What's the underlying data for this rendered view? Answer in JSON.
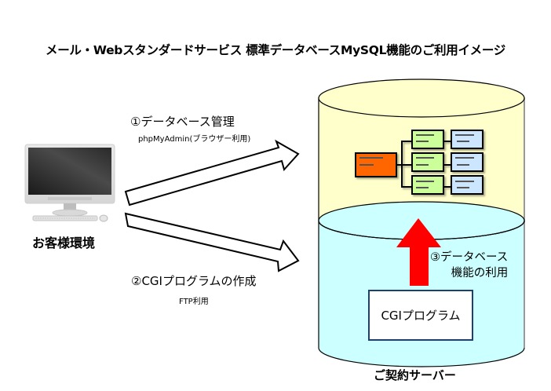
{
  "title": "メール・Webスタンダードサービス 標準データベースMySQL機能のご利用イメージ",
  "client": {
    "label": "お客様環境",
    "icon": "desktop-computer-icon"
  },
  "steps": [
    {
      "label": "①データベース管理",
      "sub": "phpMyAdmin(ブラウザー利用)"
    },
    {
      "label": "②CGIプログラムの作成",
      "sub": "FTP利用"
    },
    {
      "label_line1": "③データベース",
      "label_line2": "機能の利用"
    }
  ],
  "server": {
    "label": "ご契約サーバー",
    "cgi_box_label": "CGIプログラム",
    "database_icon": "database-schema-icon"
  },
  "colors": {
    "db_top": "#ffffcc",
    "db_bottom": "#ccffff",
    "root_table": "#ff6600",
    "child_table": "#ccff99",
    "leaf_table": "#cce6ff",
    "up_arrow": "#ff0000",
    "cgi_border": "#1f3f6f"
  }
}
